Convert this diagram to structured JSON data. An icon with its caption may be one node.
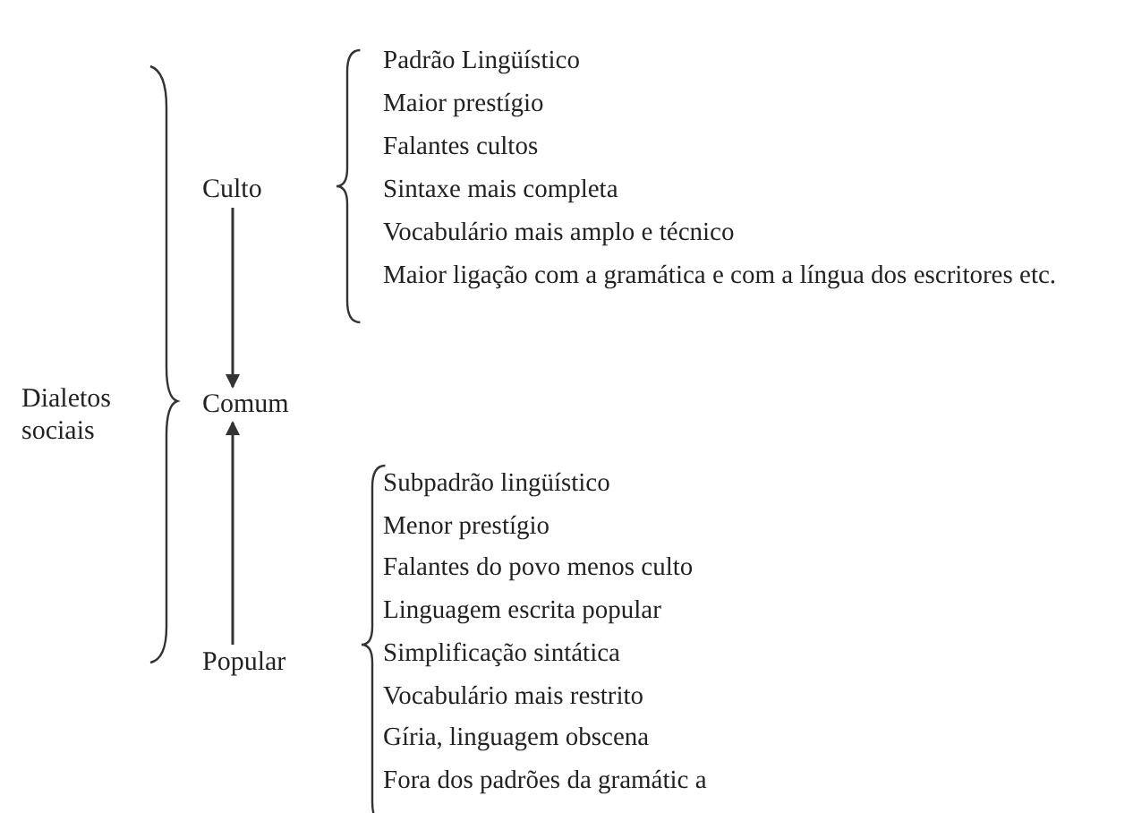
{
  "diagram": {
    "nodes": [
      {
        "text": [
          "Dialetos sociais"
        ]
      },
      {
        "text": [
          "Culto"
        ]
      },
      {
        "text": [
          "Comum"
        ]
      },
      {
        "text": [
          "Popular"
        ]
      }
    ],
    "edges": [
      {
        "from": 1,
        "to": 2,
        "arrow": "to"
      },
      {
        "from": 3,
        "to": 2,
        "arrow": "to"
      }
    ],
    "labels": [
      "Padrão Lingüístico",
      "Maior prestígio",
      "Falantes cultos",
      "Sintaxe mais completa",
      "Vocabulário mais amplo e técnico",
      "Maior ligação com a gramática e com a língua dos escritores etc.",
      "Subpadrão lingüístico",
      "Menor prestígio",
      "Falantes do povo menos culto",
      "Linguagem escrita popular",
      "Simplificação sintática",
      "Vocabulário mais restrito",
      "Gíria, linguagem obscena",
      "Fora dos padrões da gramátic a"
    ]
  }
}
